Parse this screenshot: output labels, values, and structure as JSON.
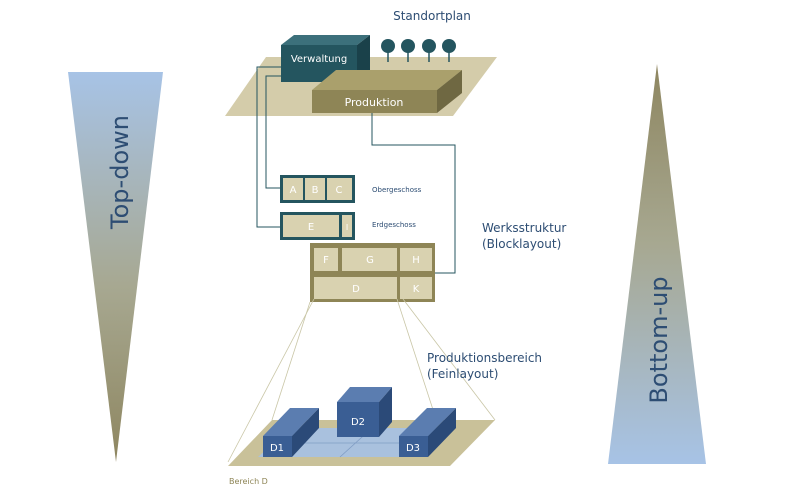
{
  "arrows": {
    "left_label": "Top-down",
    "right_label": "Bottom-up"
  },
  "site_plan": {
    "title": "Standortplan",
    "verwaltung": "Verwaltung",
    "produktion": "Produktion"
  },
  "block_layout": {
    "floors": {
      "upper": "Obergeschoss",
      "ground": "Erdgeschoss"
    },
    "upper_blocks": [
      "A",
      "B",
      "C"
    ],
    "ground_blocks": [
      "E",
      "I"
    ],
    "production_row1": [
      "F",
      "G",
      "H"
    ],
    "production_row2": [
      "D",
      "K"
    ],
    "label_line1": "Werksstruktur",
    "label_line2": "(Blocklayout)"
  },
  "fine_layout": {
    "label_line1": "Produktionsbereich",
    "label_line2": "(Feinlayout)",
    "machines": [
      "D1",
      "D2",
      "D3"
    ],
    "area_label": "Bereich D"
  },
  "colors": {
    "teal_dark": "#24555f",
    "olive": "#8e8556",
    "olive_light": "#d9d2b0",
    "khaki": "#c9c199",
    "blue_dark": "#3a5e94",
    "blue_light": "#a9c1de",
    "text_blue": "#2d4d73"
  }
}
